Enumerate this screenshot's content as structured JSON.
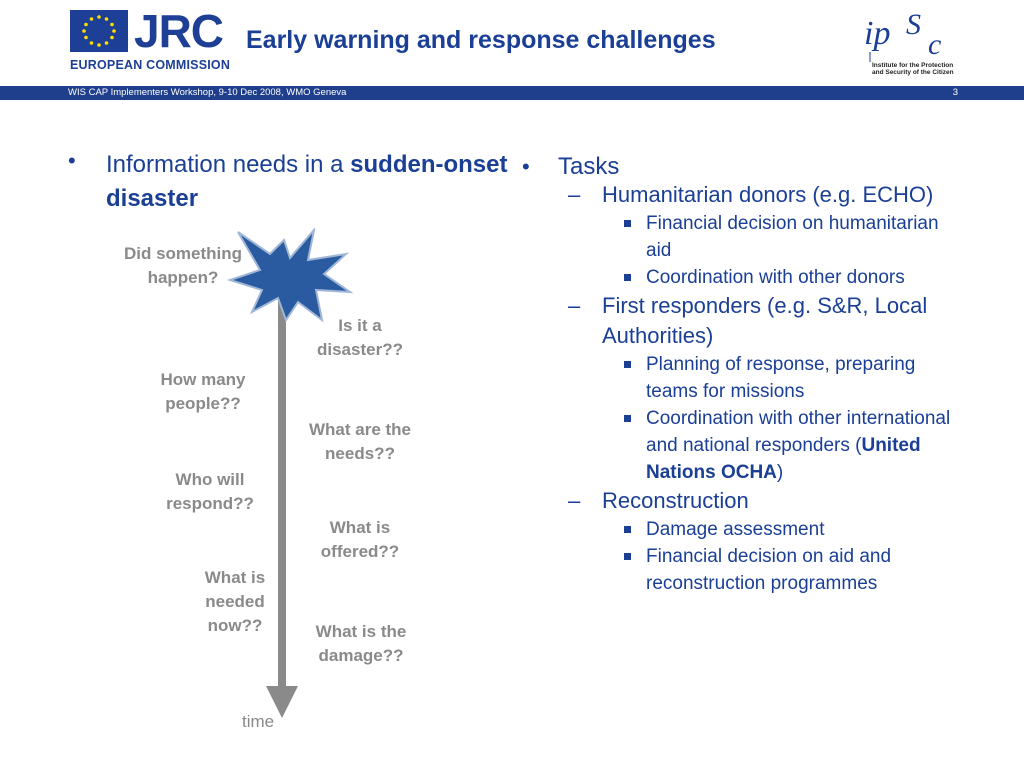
{
  "header": {
    "org_logo_text": "JRC",
    "org_name": "EUROPEAN COMMISSION",
    "title": "Early warning and response challenges",
    "partner_logo_caption_1": "Institute for the Protection",
    "partner_logo_caption_2": "and Security of the Citizen"
  },
  "footer_bar": {
    "event": "WIS CAP Implementers Workshop, 9-10 Dec 2008, WMO Geneva",
    "page_number": "3"
  },
  "left": {
    "bullet_prefix": "Information needs in a ",
    "bullet_bold_1": "sudden-onset",
    "bullet_bold_2": "disaster",
    "timeline_label": "time",
    "questions_left": [
      "Did something happen?",
      "How many people??",
      "Who will respond??",
      "What is needed now??"
    ],
    "questions_right": [
      "Is it a disaster??",
      "What are the needs??",
      "What is offered??",
      "What is the damage??"
    ]
  },
  "right": {
    "heading": "Tasks",
    "groups": [
      {
        "label": "Humanitarian donors (e.g. ECHO)",
        "items": [
          "Financial decision on humanitarian aid",
          "Coordination with other donors"
        ]
      },
      {
        "label": "First responders (e.g. S&R, Local Authorities)",
        "items": [
          "Planning of response, preparing teams for missions"
        ],
        "item_rich_prefix": "Coordination with other international and national responders (",
        "item_rich_bold": "United Nations OCHA",
        "item_rich_suffix": ")"
      },
      {
        "label": "Reconstruction",
        "items": [
          "Damage assessment",
          "Financial decision on aid and reconstruction programmes"
        ]
      }
    ]
  },
  "colors": {
    "brand_blue": "#1a3f95",
    "header_bar": "#1f3f8c",
    "gray_text": "#8a8a8a",
    "star_fill": "#2a5aa0"
  }
}
